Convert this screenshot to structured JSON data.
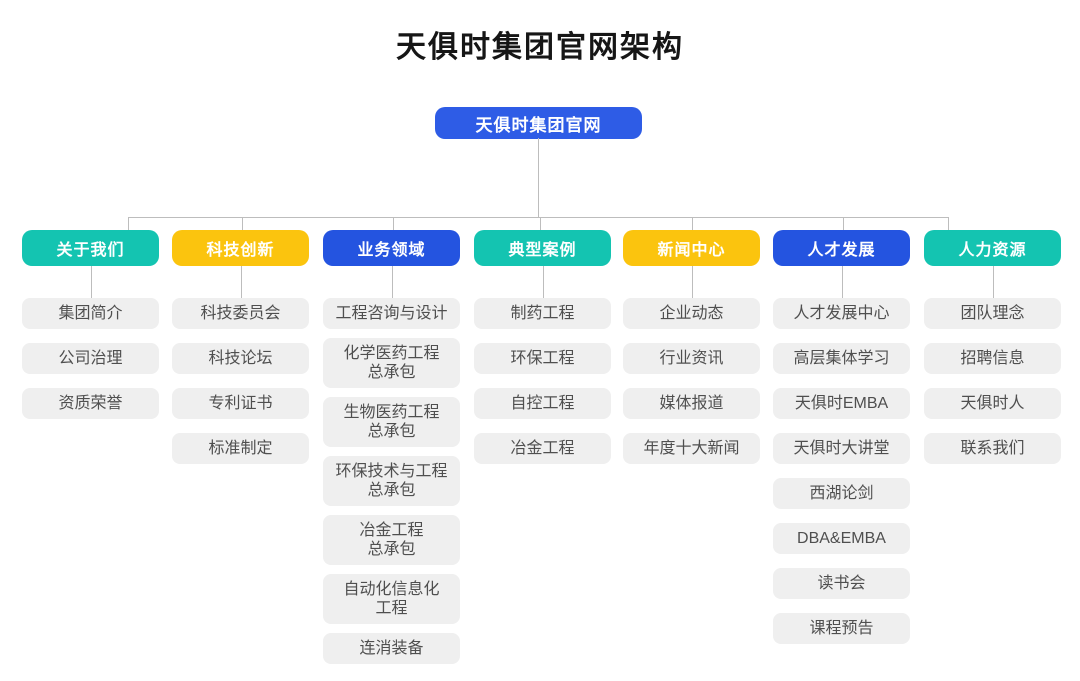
{
  "title": "天俱时集团官网架构",
  "root": {
    "label": "天俱时集团官网"
  },
  "colors": {
    "teal": "#14C4B1",
    "yellow": "#FBC40E",
    "blue": "#2454E0",
    "root_blue": "#2E5CE6",
    "item_bg": "#EFEFEF",
    "item_text": "#4F4F4F",
    "line": "#BDBDBD",
    "header_text": "#FFFFFF",
    "title_text": "#161616"
  },
  "columns": [
    {
      "id": "about-us",
      "label": "关于我们",
      "color": "teal",
      "items": [
        "集团简介",
        "公司治理",
        "资质荣誉"
      ]
    },
    {
      "id": "tech-innovation",
      "label": "科技创新",
      "color": "yellow",
      "items": [
        "科技委员会",
        "科技论坛",
        "专利证书",
        "标准制定"
      ]
    },
    {
      "id": "business-areas",
      "label": "业务领域",
      "color": "blue",
      "items": [
        "工程咨询与设计",
        "化学医药工程\n总承包",
        "生物医药工程\n总承包",
        "环保技术与工程\n总承包",
        "冶金工程\n总承包",
        "自动化信息化\n工程",
        "连消装备"
      ]
    },
    {
      "id": "typical-cases",
      "label": "典型案例",
      "color": "teal",
      "items": [
        "制药工程",
        "环保工程",
        "自控工程",
        "冶金工程"
      ]
    },
    {
      "id": "news-center",
      "label": "新闻中心",
      "color": "yellow",
      "items": [
        "企业动态",
        "行业资讯",
        "媒体报道",
        "年度十大新闻"
      ]
    },
    {
      "id": "talent-development",
      "label": "人才发展",
      "color": "blue",
      "items": [
        "人才发展中心",
        "高层集体学习",
        "天俱时EMBA",
        "天俱时大讲堂",
        "西湖论剑",
        "DBA&EMBA",
        "读书会",
        "课程预告"
      ]
    },
    {
      "id": "human-resources",
      "label": "人力资源",
      "color": "teal",
      "items": [
        "团队理念",
        "招聘信息",
        "天俱时人",
        "联系我们"
      ]
    }
  ]
}
